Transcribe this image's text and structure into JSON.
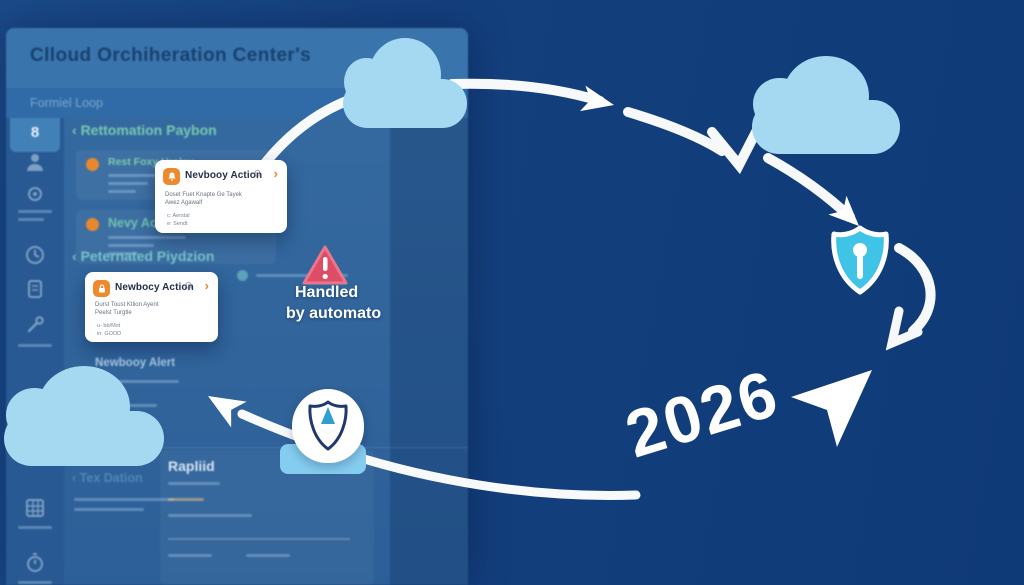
{
  "scene": {
    "year": "2026",
    "handled_line1": "Handled",
    "handled_line2": "by automato"
  },
  "dashboard": {
    "title": "Clloud Orchiheration Center's",
    "subtitle": "Formiel Loop",
    "sidebar": {
      "logo": "8"
    },
    "sections": {
      "automation": {
        "chevron": "‹",
        "title": "Rettomation Paybon"
      },
      "remediated": {
        "chevron": "‹",
        "title": "Peternated Piydzion"
      },
      "bottom": {
        "chevron": "‹",
        "title": "Tex Dation",
        "panel_title": "Rapliid"
      }
    },
    "rows": {
      "row1_title": "Rest Foxy Hrolsy",
      "row2_title": "Nevy Action",
      "alert_title": "Newbooy Alert"
    },
    "card1": {
      "title": "Nevbooy Action",
      "chevron": "›",
      "line1": "Doset Fuet Knapte Ge Tayek",
      "line2": "Awez Agawalf",
      "meta1": "c: Aerstal",
      "meta2": "e: Sendt"
    },
    "card2": {
      "title": "Newbocy Action",
      "chevron": "›",
      "line1": "Durst Toust Ktlion Ayent",
      "line2": "Peelst Turgtle",
      "meta1": "u- bb/Mot",
      "meta2": "in: GOOD"
    }
  },
  "colors": {
    "background": "#133f7d",
    "cloud": "#a5d9f2",
    "accent_orange": "#e8872e",
    "warning_pink": "#dd4d66",
    "shield_cyan": "#3fc3e6",
    "arrow_white": "#ffffff"
  }
}
